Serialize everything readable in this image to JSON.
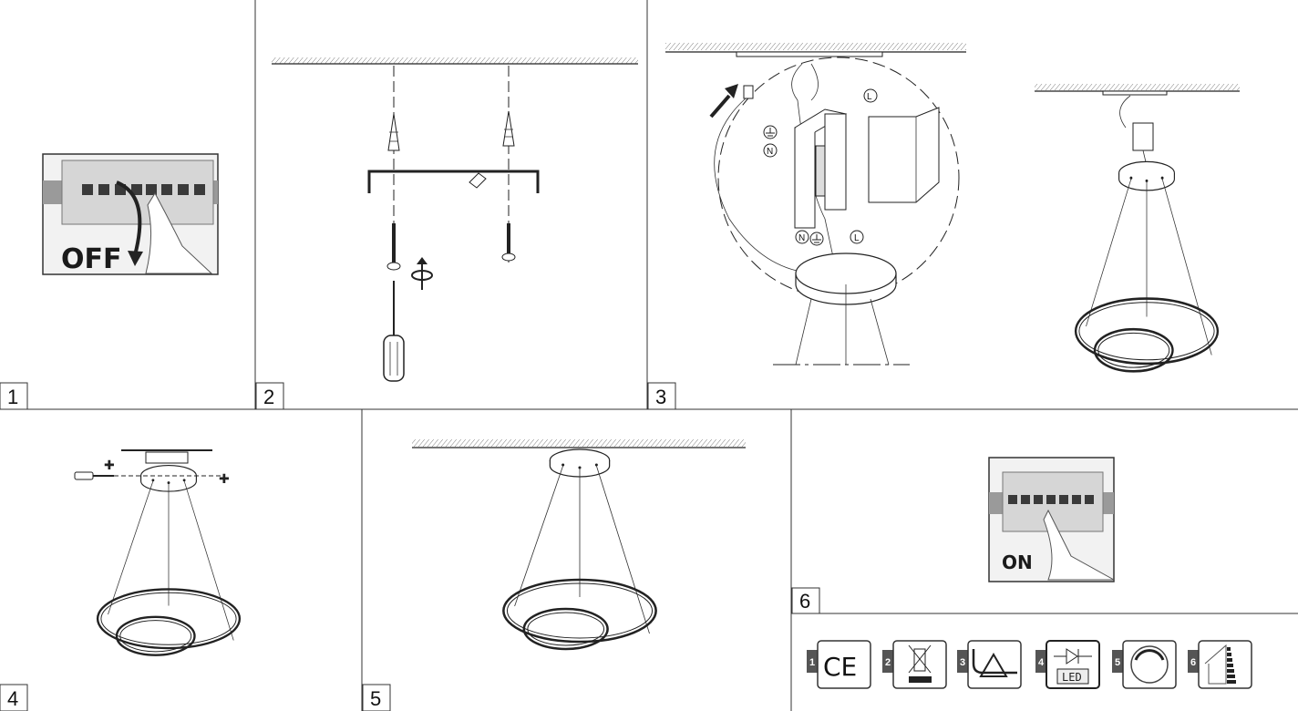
{
  "steps": [
    {
      "number": "1",
      "caption": "OFF"
    },
    {
      "number": "2"
    },
    {
      "number": "3",
      "labels": {
        "live_top": "L",
        "neutral_top": "N",
        "neutral_bottom": "N",
        "live_bottom": "L"
      }
    },
    {
      "number": "4"
    },
    {
      "number": "5"
    },
    {
      "number": "6",
      "caption": "ON"
    }
  ],
  "icons": [
    {
      "number": "1",
      "name": "ce-mark-icon",
      "text": "CE"
    },
    {
      "number": "2",
      "name": "weee-bin-icon"
    },
    {
      "number": "3",
      "name": "cord-class-icon"
    },
    {
      "number": "4",
      "name": "led-icon",
      "text": "LED"
    },
    {
      "number": "5",
      "name": "dimmer-icon"
    },
    {
      "number": "6",
      "name": "energy-label-icon"
    }
  ],
  "colors": {
    "line": "#222222",
    "panel_gray": "#e6e6e6",
    "tab_gray": "#555555"
  }
}
